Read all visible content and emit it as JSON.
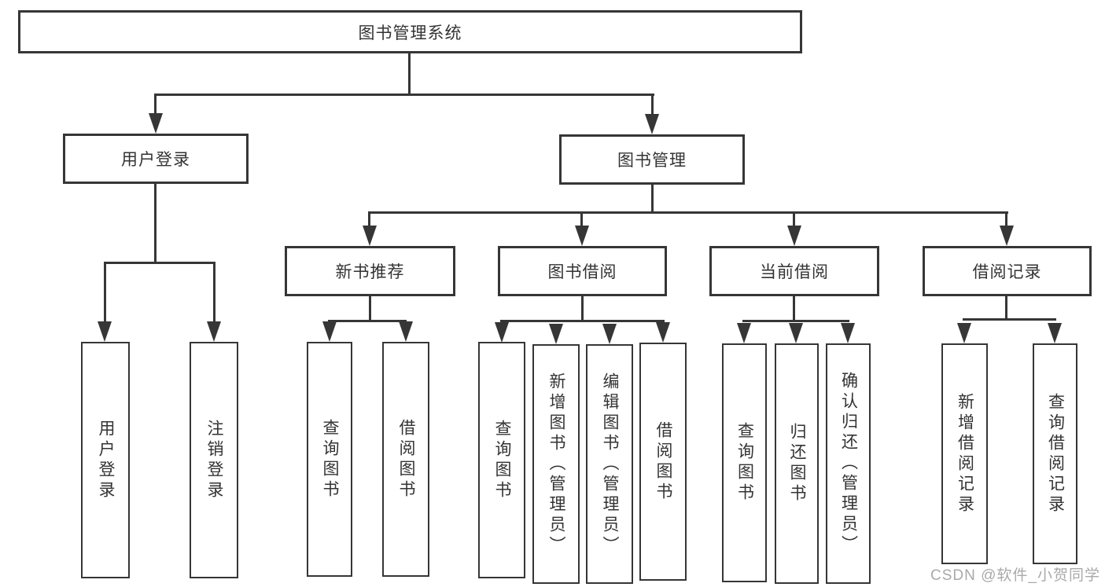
{
  "diagram": {
    "root": "图书管理系统",
    "level2": {
      "user_login": "用户登录",
      "book_management": "图书管理"
    },
    "level3": {
      "new_book_recommend": "新书推荐",
      "book_borrowing": "图书借阅",
      "current_borrowing": "当前借阅",
      "borrowing_records": "借阅记录"
    },
    "leaves": {
      "user_login": "用户登录",
      "logout": "注销登录",
      "recommend_query_books": "查询图书",
      "recommend_borrow_books": "借阅图书",
      "borrowing_query_books": "查询图书",
      "borrowing_add_books_admin": "新增图书（管理员）",
      "borrowing_edit_books_admin": "编辑图书（管理员）",
      "borrowing_borrow_books": "借阅图书",
      "current_query_books": "查询图书",
      "current_return_books": "归还图书",
      "current_confirm_return_admin": "确认归还（管理员）",
      "records_add_record": "新增借阅记录",
      "records_query_record": "查询借阅记录"
    }
  },
  "watermark": "CSDN @软件_小贺同学",
  "colors": {
    "line": "#363636",
    "text": "#333333",
    "watermark_color": "#a9a9a9",
    "background": "#ffffff"
  }
}
